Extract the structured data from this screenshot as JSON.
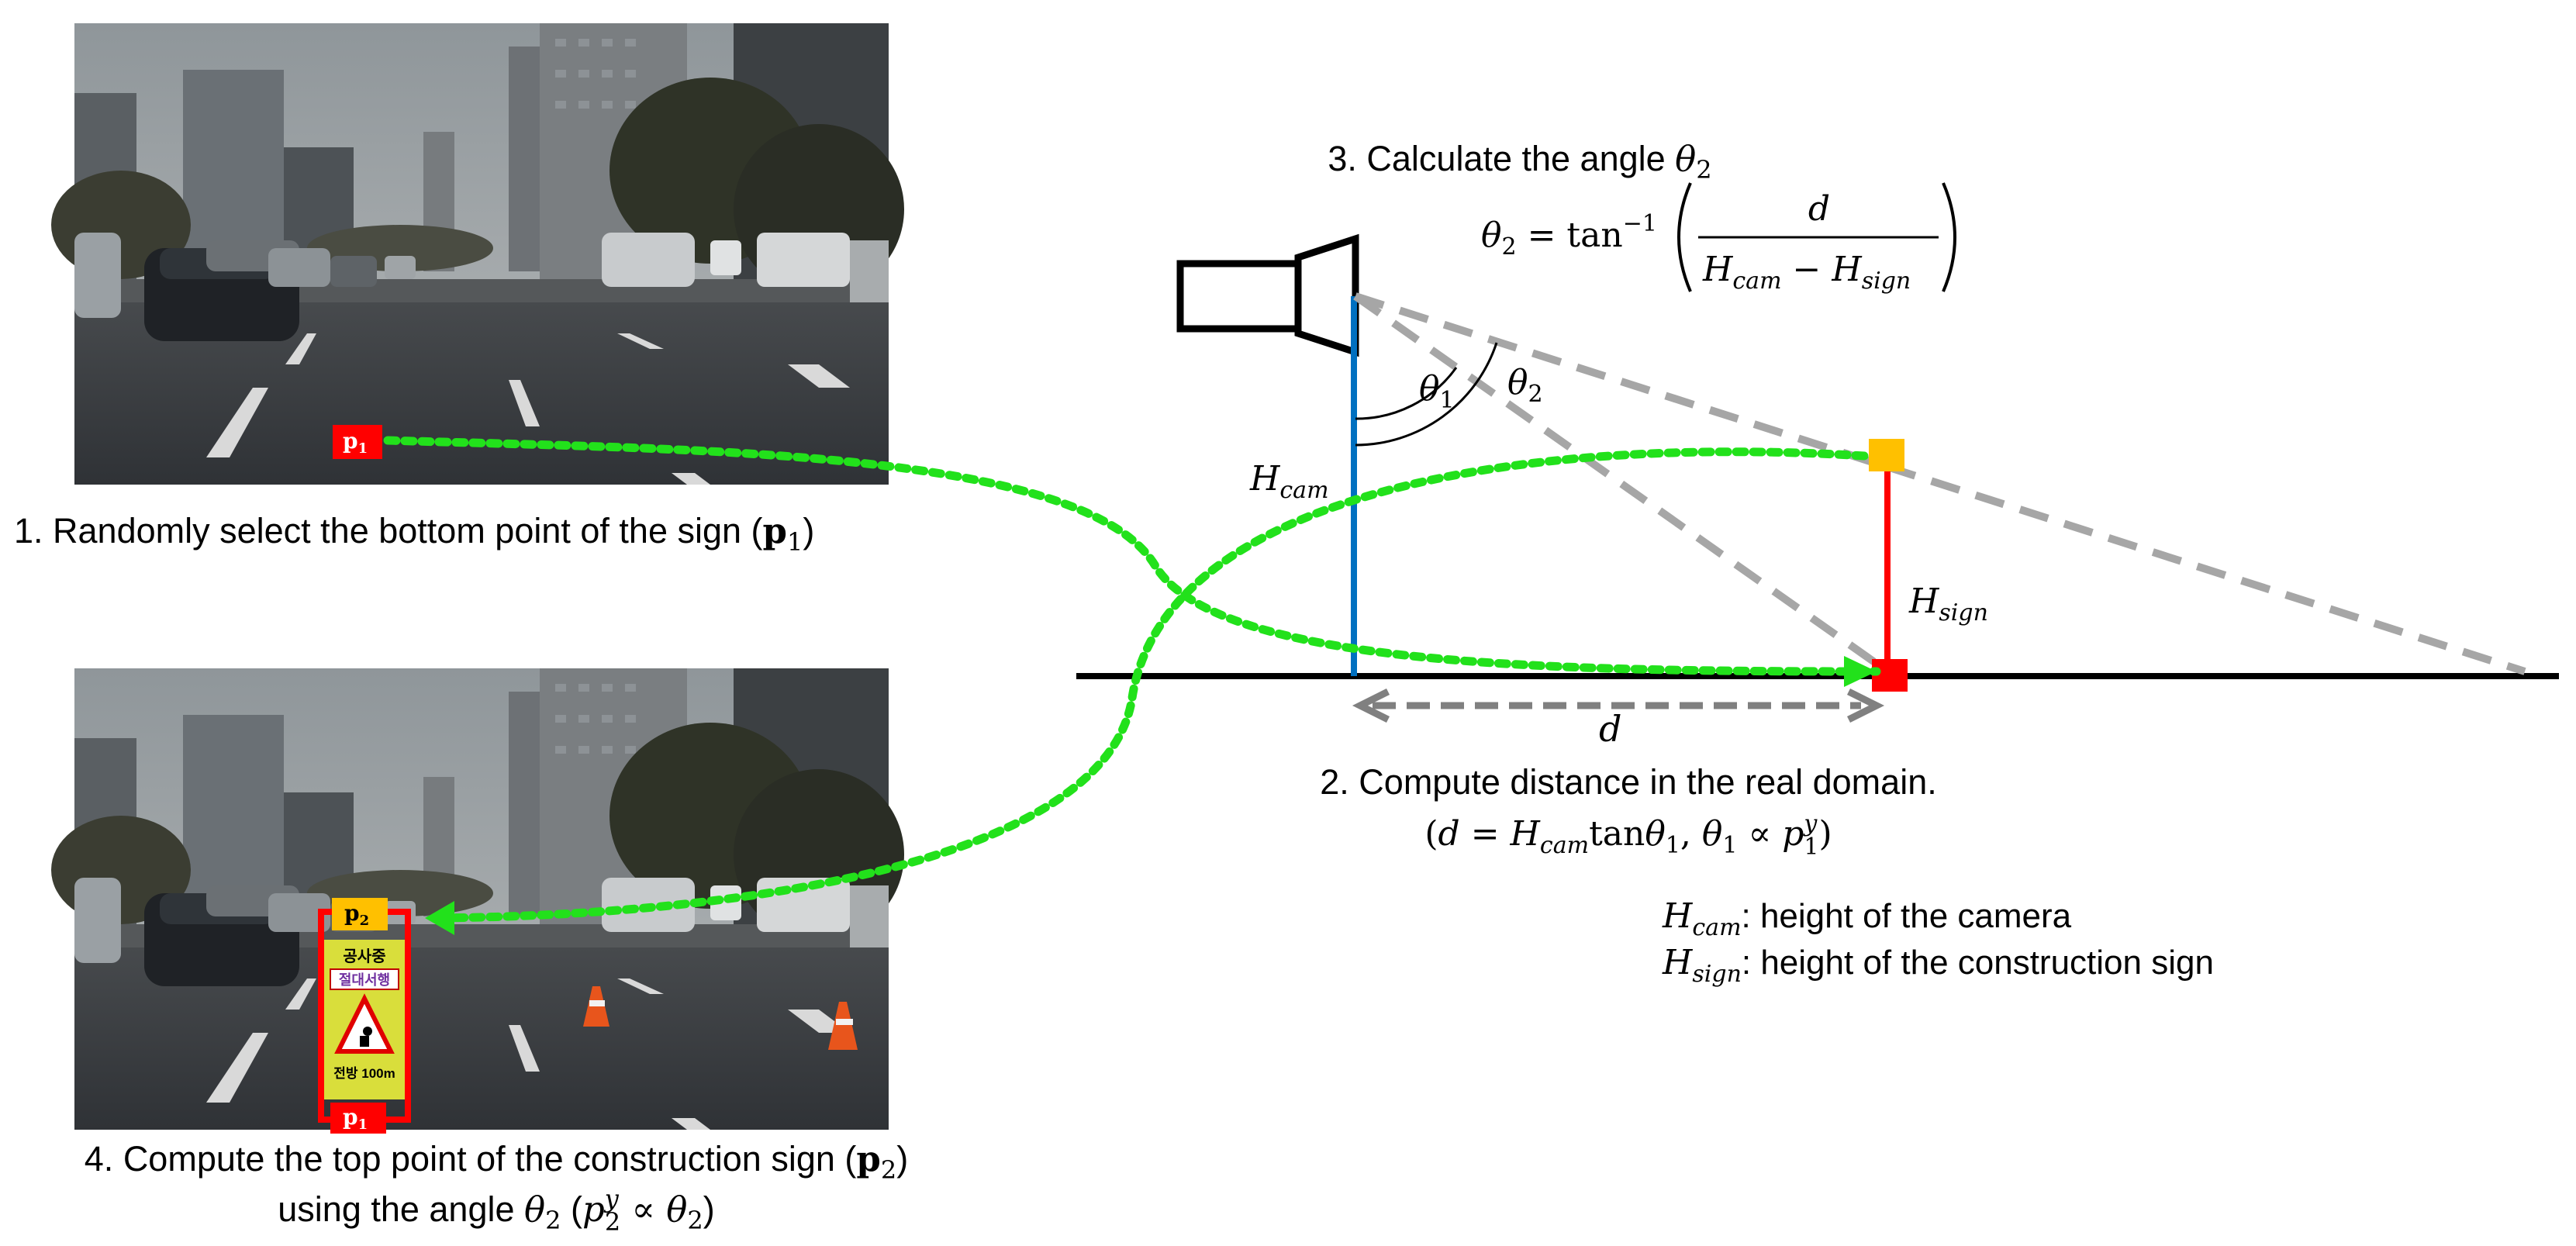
{
  "steps": {
    "step1": {
      "text": "1. Randomly select the bottom point of the sign (",
      "var": "p",
      "sub": "1",
      "close": ")"
    },
    "step2": {
      "line1": "2. Compute distance in the real domain.",
      "line2_open": "(",
      "line2_d": "d",
      "line2_eq": " = ",
      "line2_h": "H",
      "line2_hsub": "cam",
      "line2_tan": "tan",
      "line2_theta": "θ",
      "line2_theta_sub": "1",
      "line2_comma": ", ",
      "line2_theta2": "θ",
      "line2_theta2_sub": "1",
      "line2_prop": " ∝ ",
      "line2_p": "p",
      "line2_psub": "1",
      "line2_psup": "y",
      "line2_close": ")"
    },
    "step3": {
      "line1": "3. Calculate the angle ",
      "line1_theta": "θ",
      "line1_sub": "2",
      "eq_theta": "θ",
      "eq_theta_sub": "2",
      "eq_equals": " = tan",
      "eq_sup": "−1",
      "eq_num": "d",
      "eq_den_h1": "H",
      "eq_den_h1sub": "cam",
      "eq_den_minus": " − ",
      "eq_den_h2": "H",
      "eq_den_h2sub": "sign"
    },
    "step4": {
      "line1": "4. Compute the top point of the construction sign (",
      "line1_var": "p",
      "line1_sub": "2",
      "line1_close": ")",
      "line2": "using the angle ",
      "line2_theta": "θ",
      "line2_theta_sub": "2",
      "line2_open": " (",
      "line2_p": "p",
      "line2_psub": "2",
      "line2_psup": "y",
      "line2_prop": " ∝ ",
      "line2_theta2": "θ",
      "line2_theta2_sub": "2",
      "line2_close": ")"
    }
  },
  "diagram_labels": {
    "hcam": {
      "base": "H",
      "sub": "cam"
    },
    "hsign": {
      "base": "H",
      "sub": "sign"
    },
    "theta1": {
      "base": "θ",
      "sub": "1"
    },
    "theta2": {
      "base": "θ",
      "sub": "2"
    },
    "d": "d"
  },
  "legend": {
    "hcam": {
      "base": "H",
      "sub": "cam",
      "desc": ": height of the camera"
    },
    "hsign": {
      "base": "H",
      "sub": "sign",
      "desc": ": height of the construction sign"
    }
  },
  "photo_markers": {
    "p1": {
      "base": "p",
      "sub": "1"
    },
    "p2": {
      "base": "p",
      "sub": "2"
    }
  },
  "sign_text": {
    "line1": "공사중",
    "line2": "절대서행",
    "line3": "전방 100m"
  },
  "colors": {
    "green_path": "#22e11b",
    "red_marker": "#ff0000",
    "yellow_marker": "#ffc000",
    "blue_pole": "#0070c0",
    "gray_dash": "#a6a6a6",
    "distance_arrow": "#808080"
  }
}
